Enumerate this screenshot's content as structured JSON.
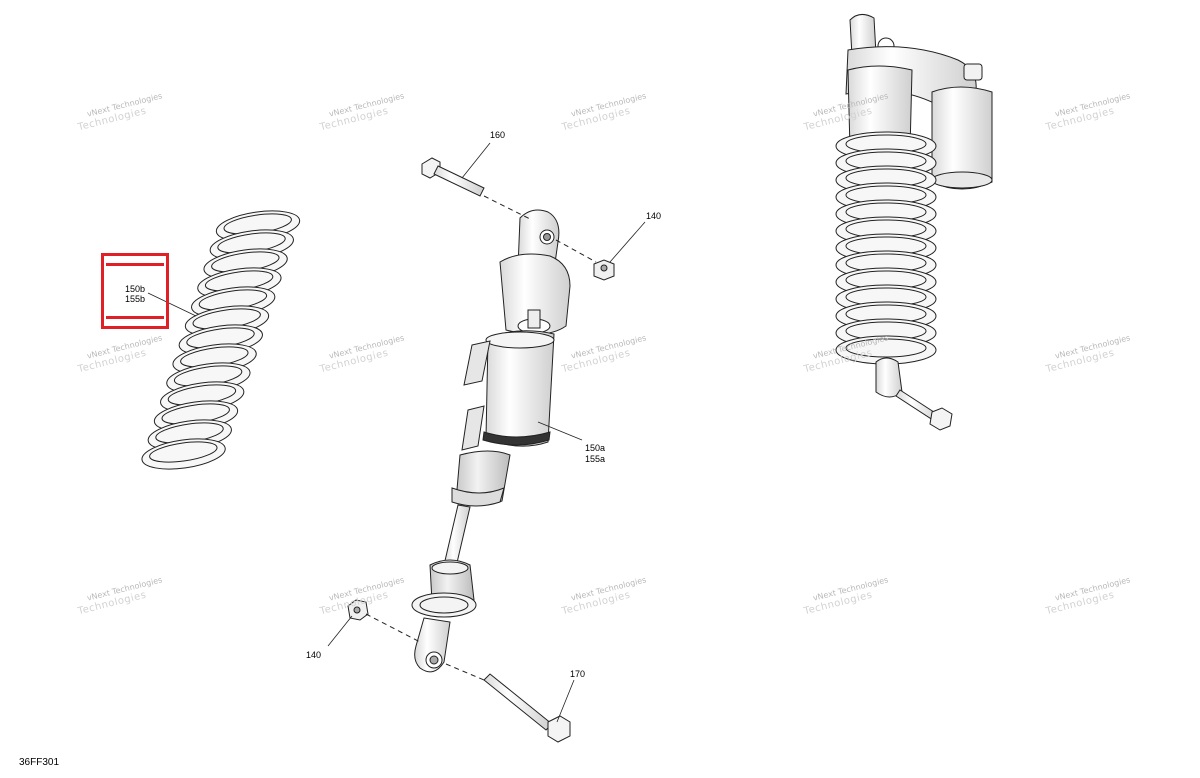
{
  "figure_code": "36FF301",
  "watermark": {
    "line1": "vNext Technologies",
    "line2": "Technologies"
  },
  "callouts": {
    "c160": "160",
    "c140_top": "140",
    "c150b": "150b",
    "c155b": "155b",
    "c150a": "150a",
    "c155a": "155a",
    "c140_bottom": "140",
    "c170": "170"
  },
  "colors": {
    "highlight": "#e01f26",
    "line": "#000000",
    "watermark": "#b9b9b9"
  }
}
